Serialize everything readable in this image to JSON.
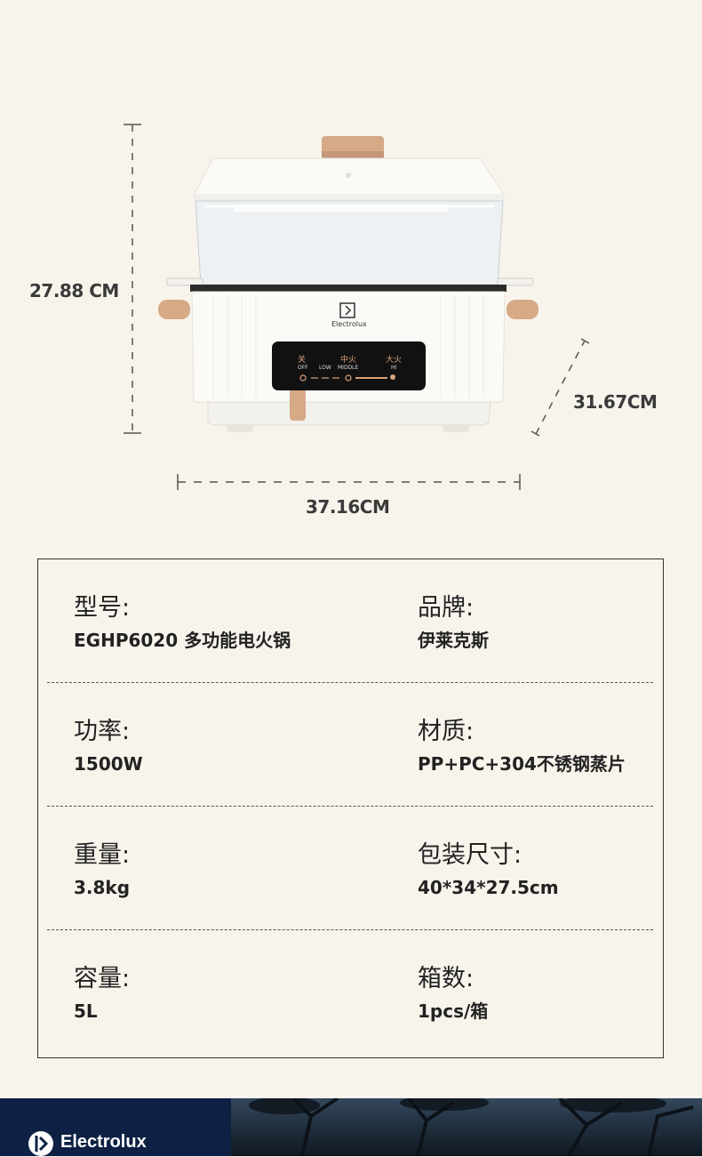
{
  "dimensions": {
    "height": "27.88 CM",
    "depth": "31.67CM",
    "width": "37.16CM"
  },
  "panel": {
    "off_cn": "关",
    "mid_cn": "中火",
    "high_cn": "大火",
    "off": "OFF",
    "low": "LOW",
    "middle": "MIDDLE",
    "hi": "HI",
    "brand": "Electrolux"
  },
  "specs": [
    {
      "left_label": "型号:",
      "left_value": "EGHP6020 多功能电火锅",
      "right_label": "品牌:",
      "right_value": "伊莱克斯"
    },
    {
      "left_label": "功率:",
      "left_value": "1500W",
      "right_label": "材质:",
      "right_value": "PP+PC+304不锈钢蒸片"
    },
    {
      "left_label": "重量:",
      "left_value": "3.8kg",
      "right_label": "包装尺寸:",
      "right_value": "40*34*27.5cm"
    },
    {
      "left_label": "容量:",
      "left_value": "5L",
      "right_label": "箱数:",
      "right_value": "1pcs/箱"
    }
  ],
  "footer": {
    "brand": "Electrolux",
    "brand_color": "#0e2144"
  }
}
